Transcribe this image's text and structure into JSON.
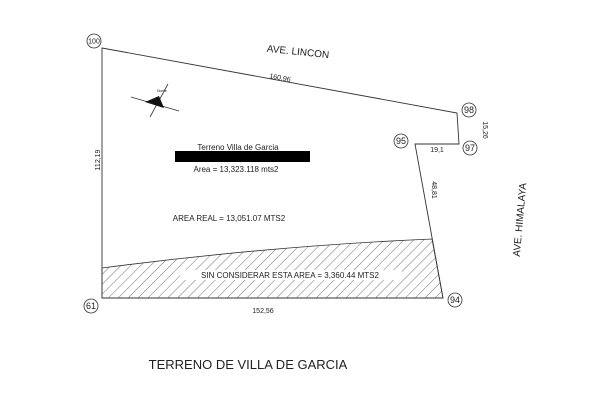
{
  "streets": {
    "north": "AVE. LINCON",
    "east": "AVE. HIMALAYA"
  },
  "vertices": {
    "v100": "100",
    "v98": "98",
    "v97": "97",
    "v95": "95",
    "v94": "94",
    "v61": "61"
  },
  "dimensions": {
    "north": "160,96",
    "west": "112,19",
    "east_short": "15,26",
    "step": "19,1",
    "east_long": "48,81",
    "south": "152,56"
  },
  "compass": {
    "label": "Norte"
  },
  "info": {
    "name": "Terreno Villa de Garcia",
    "area": "Area = 13,323.118 mts2",
    "area_real": "AREA REAL = 13,051.07  MTS2",
    "excluded": "SIN CONSIDERAR ESTA AREA  = 3,360.44  MTS2"
  },
  "title": "TERRENO DE VILLA DE GARCIA"
}
